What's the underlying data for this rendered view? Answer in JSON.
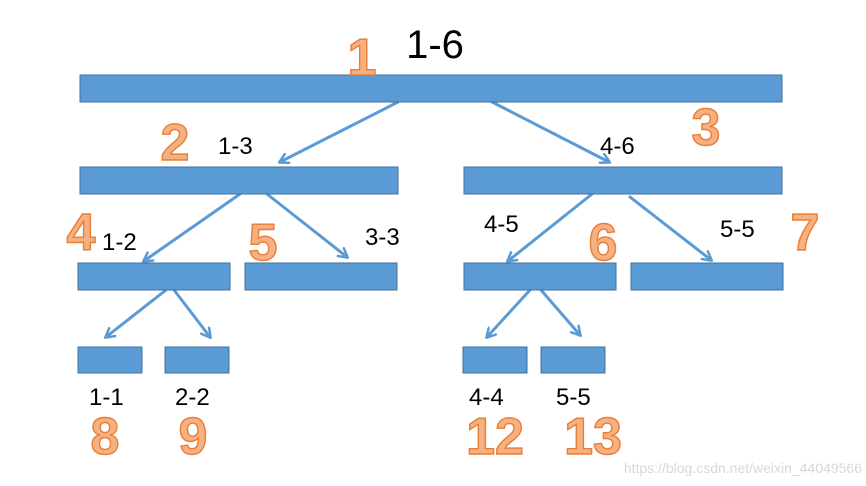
{
  "colors": {
    "bar_fill": "#5B9BD5",
    "bar_stroke": "#41719C",
    "arrow": "#5B9BD5",
    "number_fill": "#F4B183",
    "number_stroke": "#ED7D31"
  },
  "nodes": [
    {
      "id": "1",
      "range": "1-6",
      "number": "1"
    },
    {
      "id": "2",
      "range": "1-3",
      "number": "2"
    },
    {
      "id": "3",
      "range": "4-6",
      "number": "3"
    },
    {
      "id": "4",
      "range": "1-2",
      "number": "4"
    },
    {
      "id": "5",
      "range": "3-3",
      "number": "5"
    },
    {
      "id": "6",
      "range": "4-5",
      "number": "6"
    },
    {
      "id": "7",
      "range": "5-5",
      "number": "7"
    },
    {
      "id": "8",
      "range": "1-1",
      "number": "8"
    },
    {
      "id": "9",
      "range": "2-2",
      "number": "9"
    },
    {
      "id": "12",
      "range": "4-4",
      "number": "12"
    },
    {
      "id": "13",
      "range": "5-5",
      "number": "13"
    }
  ],
  "edges": [
    {
      "from": "1",
      "to": "2"
    },
    {
      "from": "1",
      "to": "3"
    },
    {
      "from": "2",
      "to": "4"
    },
    {
      "from": "2",
      "to": "5"
    },
    {
      "from": "3",
      "to": "6"
    },
    {
      "from": "3",
      "to": "7"
    },
    {
      "from": "4",
      "to": "8"
    },
    {
      "from": "4",
      "to": "9"
    },
    {
      "from": "6",
      "to": "12"
    },
    {
      "from": "6",
      "to": "13"
    }
  ],
  "watermark": "https://blog.csdn.net/weixin_44049566"
}
